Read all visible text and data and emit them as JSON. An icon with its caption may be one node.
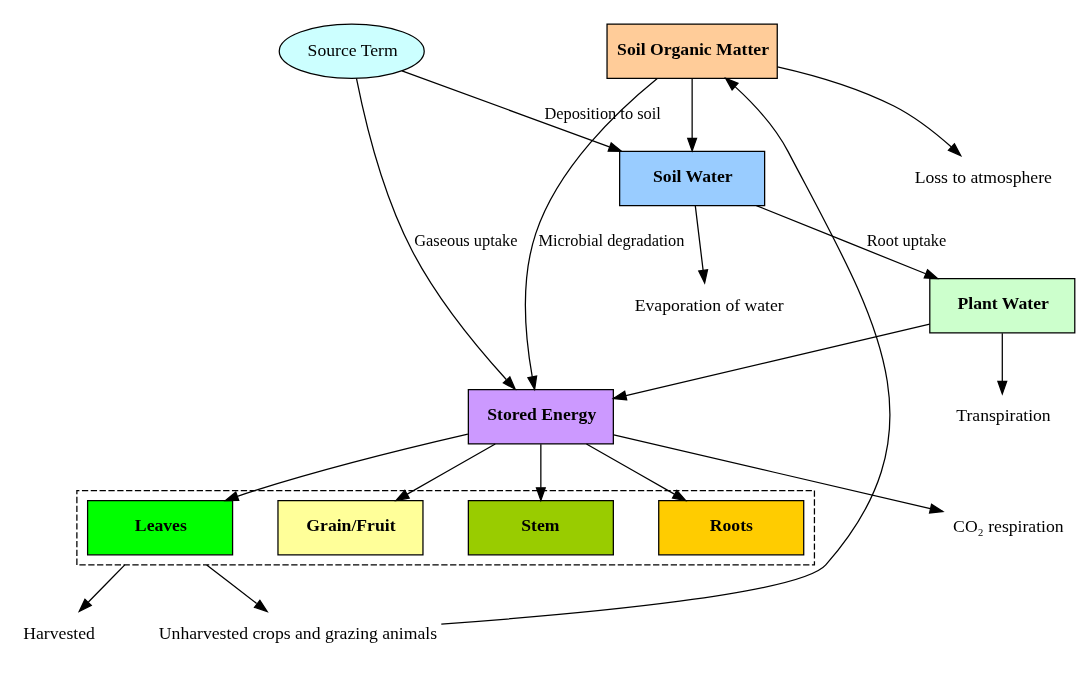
{
  "diagram": {
    "nodes": [
      {
        "text": [
          "Source Term"
        ]
      },
      {
        "text": [
          "Soil Water"
        ]
      },
      {
        "text": [
          "Plant Water"
        ]
      },
      {
        "text": [
          "Soil Organic Matter"
        ]
      },
      {
        "text": [
          "Stored Energy"
        ]
      },
      {
        "text": [],
        "shape": "box"
      },
      {
        "text": [
          "Leaves"
        ],
        "in": 5
      },
      {
        "text": [
          "Grain/Fruit"
        ],
        "in": 5
      },
      {
        "text": [
          "Stem"
        ],
        "in": 5
      },
      {
        "text": [
          "Roots"
        ],
        "in": 5
      },
      {
        "text": [
          "Evaporation of water"
        ]
      },
      {
        "text": [
          "Transpiration"
        ]
      },
      {
        "text": [
          "Loss to atmosphere"
        ]
      },
      {
        "text": [
          "Unharvested crops and grazing animals"
        ]
      },
      {
        "text": [
          "Harvested"
        ]
      },
      {
        "text": [
          "CO₂ respiration"
        ]
      }
    ],
    "edges": [
      {
        "from": 0,
        "to": 1,
        "arrow": "to",
        "label": "Deposition to soil"
      },
      {
        "from": 1,
        "to": 10,
        "arrow": "to"
      },
      {
        "from": 1,
        "to": 2,
        "arrow": "to",
        "label": "Root uptake"
      },
      {
        "from": 2,
        "to": 11,
        "arrow": "to"
      },
      {
        "from": 3,
        "to": 1,
        "arrow": "to"
      },
      {
        "from": 3,
        "to": 12,
        "arrow": "to"
      },
      {
        "from": 13,
        "to": 3,
        "arrow": "to"
      },
      {
        "from": 0,
        "to": 4,
        "arrow": "to",
        "label": "Gaseous uptake"
      },
      {
        "from": 2,
        "to": 4,
        "arrow": "to"
      },
      {
        "from": 3,
        "to": 4,
        "arrow": "to",
        "label": "Microbial degradation"
      },
      {
        "from": 4,
        "to": 15,
        "arrow": "to"
      },
      {
        "from": 4,
        "to": 6,
        "arrow": "to"
      },
      {
        "from": 4,
        "to": 7,
        "arrow": "to"
      },
      {
        "from": 4,
        "to": 8,
        "arrow": "to"
      },
      {
        "from": 4,
        "to": 9,
        "arrow": "to"
      },
      {
        "from": 5,
        "to": 13,
        "arrow": "to"
      },
      {
        "from": 5,
        "to": 14,
        "arrow": "to"
      }
    ]
  }
}
